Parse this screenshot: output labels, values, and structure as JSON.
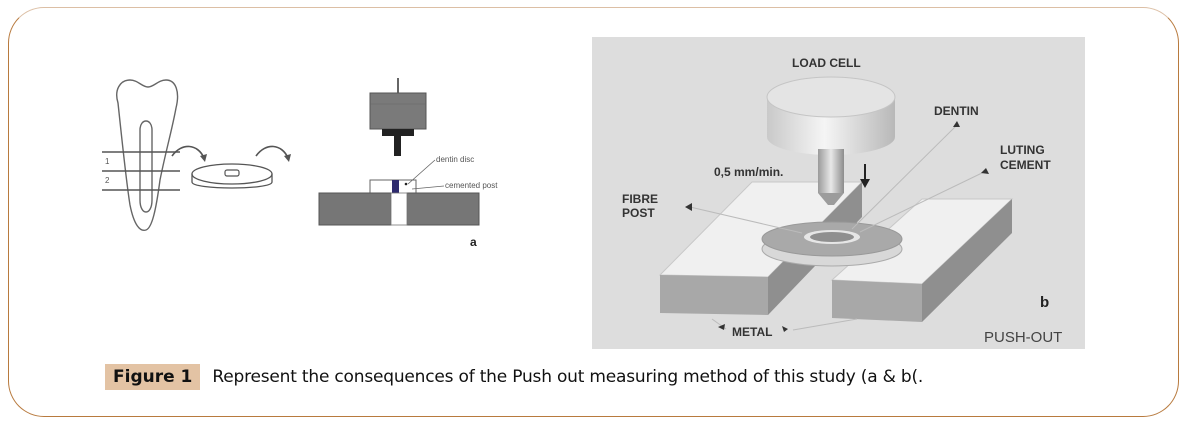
{
  "figure": {
    "number_label": "Figure 1",
    "caption": "Represent the consequences of the Push out measuring method of this study (a & b(.",
    "accent_color": "#e3c3a4",
    "border_color": "#b87a3e"
  },
  "panel_a": {
    "panel_letter": "a",
    "section_labels": [
      "1",
      "2"
    ],
    "annotations": {
      "dentin_disc": "dentin disc",
      "cemented_post": "cemented post"
    }
  },
  "panel_b": {
    "panel_letter": "b",
    "title": "PUSH-OUT",
    "labels": {
      "load_cell": "LOAD CELL",
      "speed": "0,5 mm/min.",
      "dentin": "DENTIN",
      "luting_cement_line1": "LUTING",
      "luting_cement_line2": "CEMENT",
      "fibre_post_line1": "FIBRE",
      "fibre_post_line2": "POST",
      "metal": "METAL"
    }
  }
}
